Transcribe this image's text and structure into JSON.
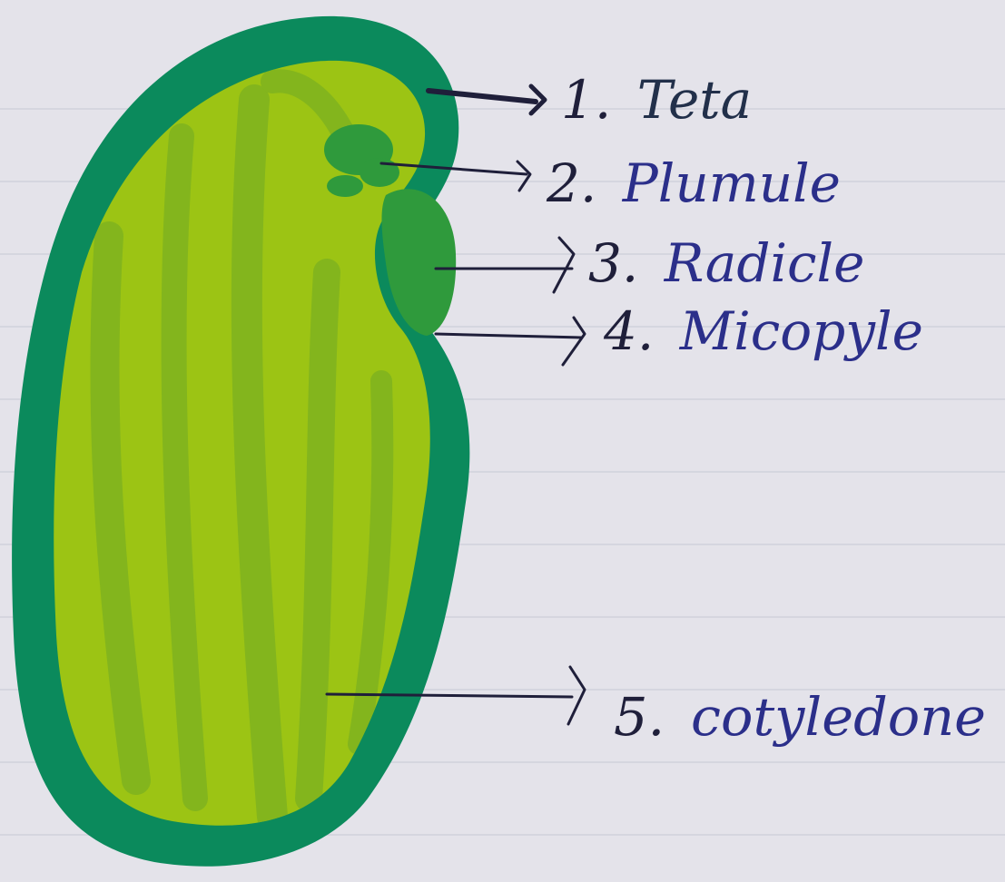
{
  "labels": [
    {
      "num": "1.",
      "text": "Teta"
    },
    {
      "num": "2.",
      "text": "Plumule"
    },
    {
      "num": "3.",
      "text": "Radicle"
    },
    {
      "num": "4.",
      "text": "Micopyle"
    },
    {
      "num": "5.",
      "text": "cotyledone"
    }
  ],
  "colors": {
    "paper": "#e4e3ea",
    "seed_coat": "#0b8a5c",
    "cotyledon_light": "#9cc414",
    "cotyledon_stripe": "#7fb31f",
    "embryo": "#2f9a3c",
    "ink_number": "#1f1f3a",
    "ink_label": "#2b2f8a",
    "ink_label_1": "#22304a"
  }
}
